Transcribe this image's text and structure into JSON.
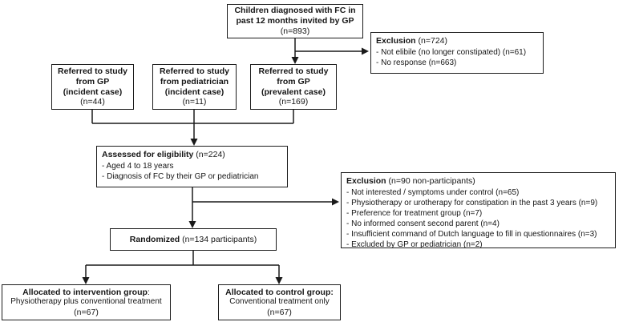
{
  "colors": {
    "line": "#1a1a1a",
    "border": "#1c1c1c",
    "text": "#161616",
    "background": "#ffffff"
  },
  "flowchart": {
    "invited": {
      "line1": "Children diagnosed with FC in",
      "line2": "past 12 months invited by GP",
      "n": "(n=893)"
    },
    "exclusion1": {
      "title": "Exclusion",
      "n": " (n=724)",
      "items": [
        "- Not elibile (no longer constipated) (n=61)",
        "- No response (n=663)"
      ]
    },
    "ref_gp_incident": {
      "line1": "Referred to study",
      "line2": "from GP",
      "line3": "(incident case)",
      "n": "(n=44)"
    },
    "ref_pediatrician": {
      "line1": "Referred to study",
      "line2": "from pediatrician",
      "line3": "(incident case)",
      "n": "(n=11)"
    },
    "ref_gp_prevalent": {
      "line1": "Referred to study",
      "line2": "from GP",
      "line3": "(prevalent case)",
      "n": "(n=169)"
    },
    "assessed": {
      "title": "Assessed for eligibility",
      "n": " (n=224)",
      "items": [
        "- Aged 4 to 18 years",
        "- Diagnosis of FC by their GP or pediatrician"
      ]
    },
    "exclusion2": {
      "title": "Exclusion",
      "n": " (n=90 non-participants)",
      "items": [
        "- Not interested / symptoms under control (n=65)",
        "- Physiotherapy or urotherapy for constipation in the past 3 years (n=9)",
        "- Preference for treatment group (n=7)",
        "- No informed consent second parent (n=4)",
        "- Insufficient command of Dutch language to fill in questionnaires (n=3)",
        "- Excluded by GP or pediatrician (n=2)"
      ]
    },
    "randomized": {
      "title": "Randomized",
      "n": " (n=134 participants)"
    },
    "intervention": {
      "title": "Allocated to intervention group",
      "title_suffix": ":",
      "line2": "Physiotherapy plus conventional treatment",
      "n": "(n=67)"
    },
    "control": {
      "title": "Allocated to control group:",
      "line2": "Conventional treatment only",
      "n": "(n=67)"
    }
  }
}
